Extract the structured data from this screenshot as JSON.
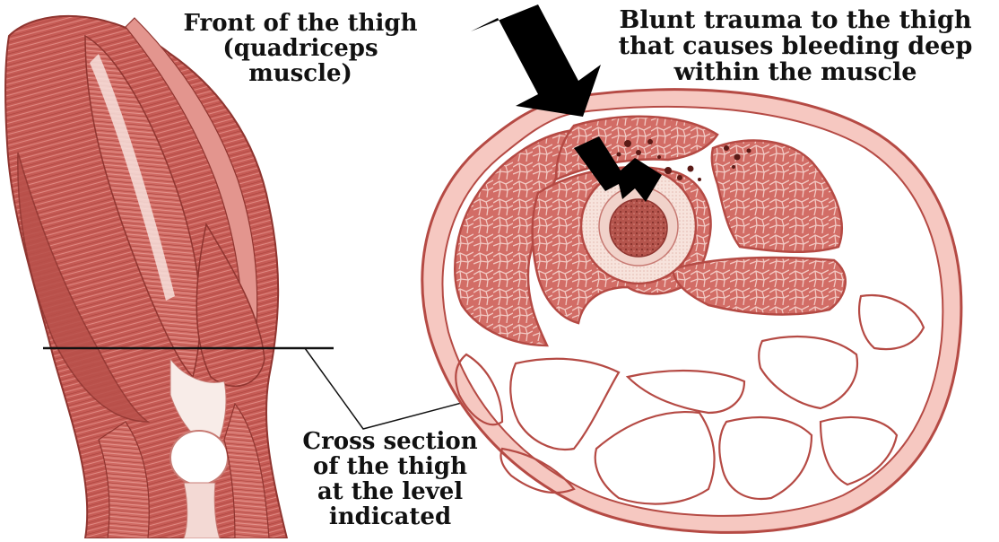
{
  "labels": {
    "front_of_thigh": [
      "Front of the thigh",
      "(quadriceps",
      "muscle)"
    ],
    "trauma": [
      "Blunt trauma to the thigh",
      "that causes bleeding deep",
      "within the muscle"
    ],
    "cross_section": [
      "Cross section",
      "of the thigh",
      "at the level",
      "indicated"
    ]
  },
  "colors": {
    "muscle": "#c9605a",
    "muscle_light": "#eaa39b",
    "muscle_dark": "#9e3b35",
    "outline": "#b54a44",
    "bone_ring": "#f2d4cc",
    "marrow": "#a8473f",
    "arrow": "#000000",
    "background": "#ffffff"
  },
  "icons": [
    "large-black-arrow-icon",
    "small-black-arrow-icon"
  ]
}
